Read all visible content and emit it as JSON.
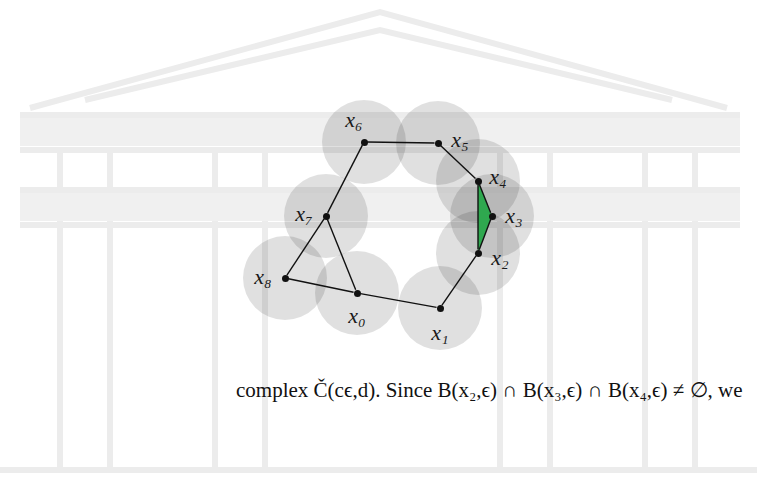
{
  "diagram": {
    "nodes": [
      {
        "text": [
          "x₀"
        ]
      },
      {
        "text": [
          "x₁"
        ]
      },
      {
        "text": [
          "x₂"
        ]
      },
      {
        "text": [
          "x₃"
        ]
      },
      {
        "text": [
          "x₄"
        ]
      },
      {
        "text": [
          "x₅"
        ]
      },
      {
        "text": [
          "x₆"
        ]
      },
      {
        "text": [
          "x₇"
        ]
      },
      {
        "text": [
          "x₈"
        ]
      }
    ],
    "edges": [
      {
        "from": 6,
        "to": 5,
        "arrow": "none"
      },
      {
        "from": 5,
        "to": 4,
        "arrow": "none"
      },
      {
        "from": 4,
        "to": 3,
        "arrow": "none"
      },
      {
        "from": 3,
        "to": 2,
        "arrow": "none"
      },
      {
        "from": 2,
        "to": 4,
        "arrow": "none"
      },
      {
        "from": 2,
        "to": 1,
        "arrow": "none"
      },
      {
        "from": 1,
        "to": 0,
        "arrow": "none"
      },
      {
        "from": 0,
        "to": 8,
        "arrow": "none"
      },
      {
        "from": 8,
        "to": 7,
        "arrow": "none"
      },
      {
        "from": 7,
        "to": 0,
        "arrow": "none"
      },
      {
        "from": 7,
        "to": 6,
        "arrow": "none"
      }
    ],
    "labels": [
      "complex Č(cϵ,d). Since B(x₂,ϵ) ∩ B(x₃,ϵ) ∩ B(x₄,ϵ) ≠ ∅, we"
    ]
  }
}
